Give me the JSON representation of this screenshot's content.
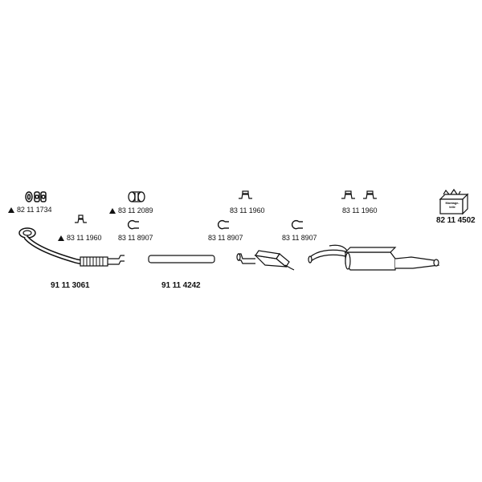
{
  "parts": {
    "rubber_mount": "82 11 1734",
    "clamp_top": "83 11 2089",
    "hanger_left": "83 11 1960",
    "clamp_small_left": "83 11 8907",
    "hanger_mid": "83 11 1960",
    "clamp_small_mid": "83 11 8907",
    "clamp_small_right": "83 11 8907",
    "hanger_right": "83 11 1960",
    "front_pipe": "91 11 3061",
    "middle_pipe": "91 11 4242",
    "mounting_kit": "82 11 4502"
  },
  "mounting_kit_box_text": [
    "Montage-",
    "teile"
  ]
}
